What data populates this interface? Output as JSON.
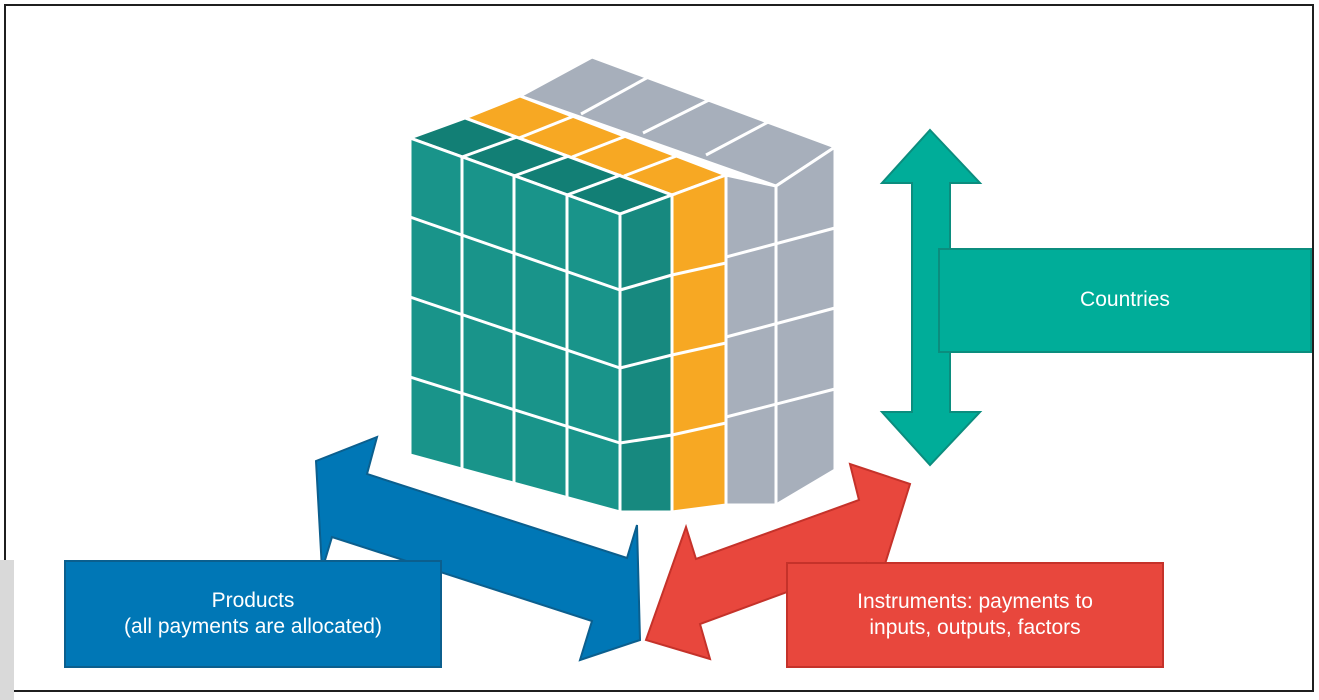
{
  "colors": {
    "teal": "#19948a",
    "orange": "#f7a823",
    "grey": "#a7afbb",
    "countries": "#00ad99",
    "products": "#0077b6",
    "instruments": "#e8473d"
  },
  "labels": {
    "countries": "Countries",
    "products": "Products\n(all payments are allocated)",
    "instruments": "Instruments: payments to\ninputs, outputs, factors"
  },
  "cube": {
    "rows": 4,
    "columns": 4,
    "depth": 4,
    "highlight_slice": "orange"
  }
}
